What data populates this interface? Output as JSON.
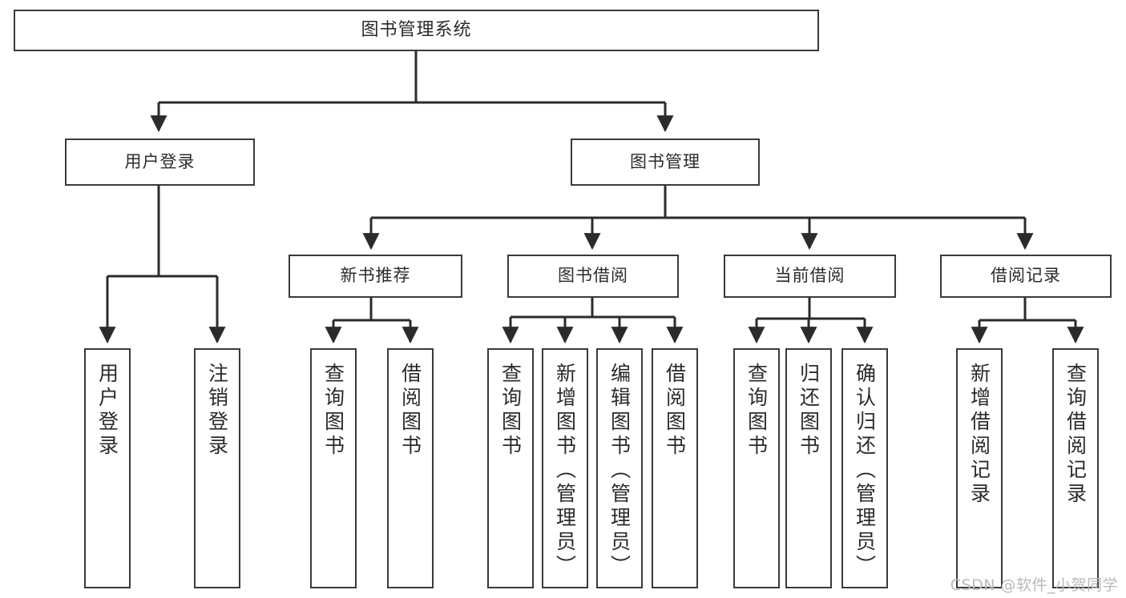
{
  "diagram": {
    "title": "图书管理系统",
    "type": "tree",
    "watermark": "CSDN @软件_小贺同学",
    "style": {
      "box_border_color": "#3a3a3a",
      "box_fill_color": "#ffffff",
      "connector_color": "#2b2b2b",
      "text_color": "#2b2b2b",
      "background_color": "#ffffff",
      "watermark_color": "#b9b9b9"
    },
    "root": {
      "label": "图书管理系统"
    },
    "level2": [
      {
        "label": "用户登录"
      },
      {
        "label": "图书管理"
      }
    ],
    "level3": [
      {
        "label": "新书推荐"
      },
      {
        "label": "图书借阅"
      },
      {
        "label": "当前借阅"
      },
      {
        "label": "借阅记录"
      }
    ],
    "leaves": {
      "user_login": [
        {
          "label": "用户登录"
        },
        {
          "label": "注销登录"
        }
      ],
      "new_book_recommend": [
        {
          "label": "查询图书"
        },
        {
          "label": "借阅图书"
        }
      ],
      "book_borrow": [
        {
          "label": "查询图书"
        },
        {
          "label": "新增图书（管理员）"
        },
        {
          "label": "编辑图书（管理员）"
        },
        {
          "label": "借阅图书"
        }
      ],
      "current_borrow": [
        {
          "label": "查询图书"
        },
        {
          "label": "归还图书"
        },
        {
          "label": "确认归还（管理员）"
        }
      ],
      "borrow_record": [
        {
          "label": "新增借阅记录"
        },
        {
          "label": "查询借阅记录"
        }
      ]
    }
  }
}
